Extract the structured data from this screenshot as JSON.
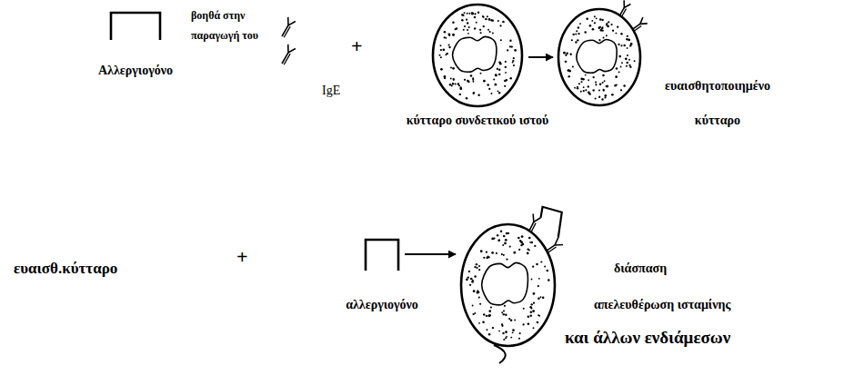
{
  "diagram": {
    "nodes": [
      {
        "text": [
          "Αλλεργιογόνο"
        ]
      },
      {
        "text": [
          "IgE"
        ]
      },
      {
        "text": [
          "κύτταρο συνδετικού ιστού"
        ]
      },
      {
        "text": [
          "ευαισθητοποιημένο κύτταρο"
        ]
      },
      {
        "text": [
          "αλλεργιογόνο"
        ]
      },
      {
        "text": [
          "διάσπαση",
          "απελευθέρωση ισταμίνης",
          "και άλλων ενδιάμεσων"
        ]
      }
    ],
    "edges": [
      {
        "from": 2,
        "to": 3,
        "arrow": "to"
      },
      {
        "from": 4,
        "to": 5,
        "arrow": "to"
      }
    ],
    "labels": [
      "βοηθά στην παραγωγή του",
      "+",
      "ευαισθ.κύτταρο",
      "+"
    ]
  }
}
